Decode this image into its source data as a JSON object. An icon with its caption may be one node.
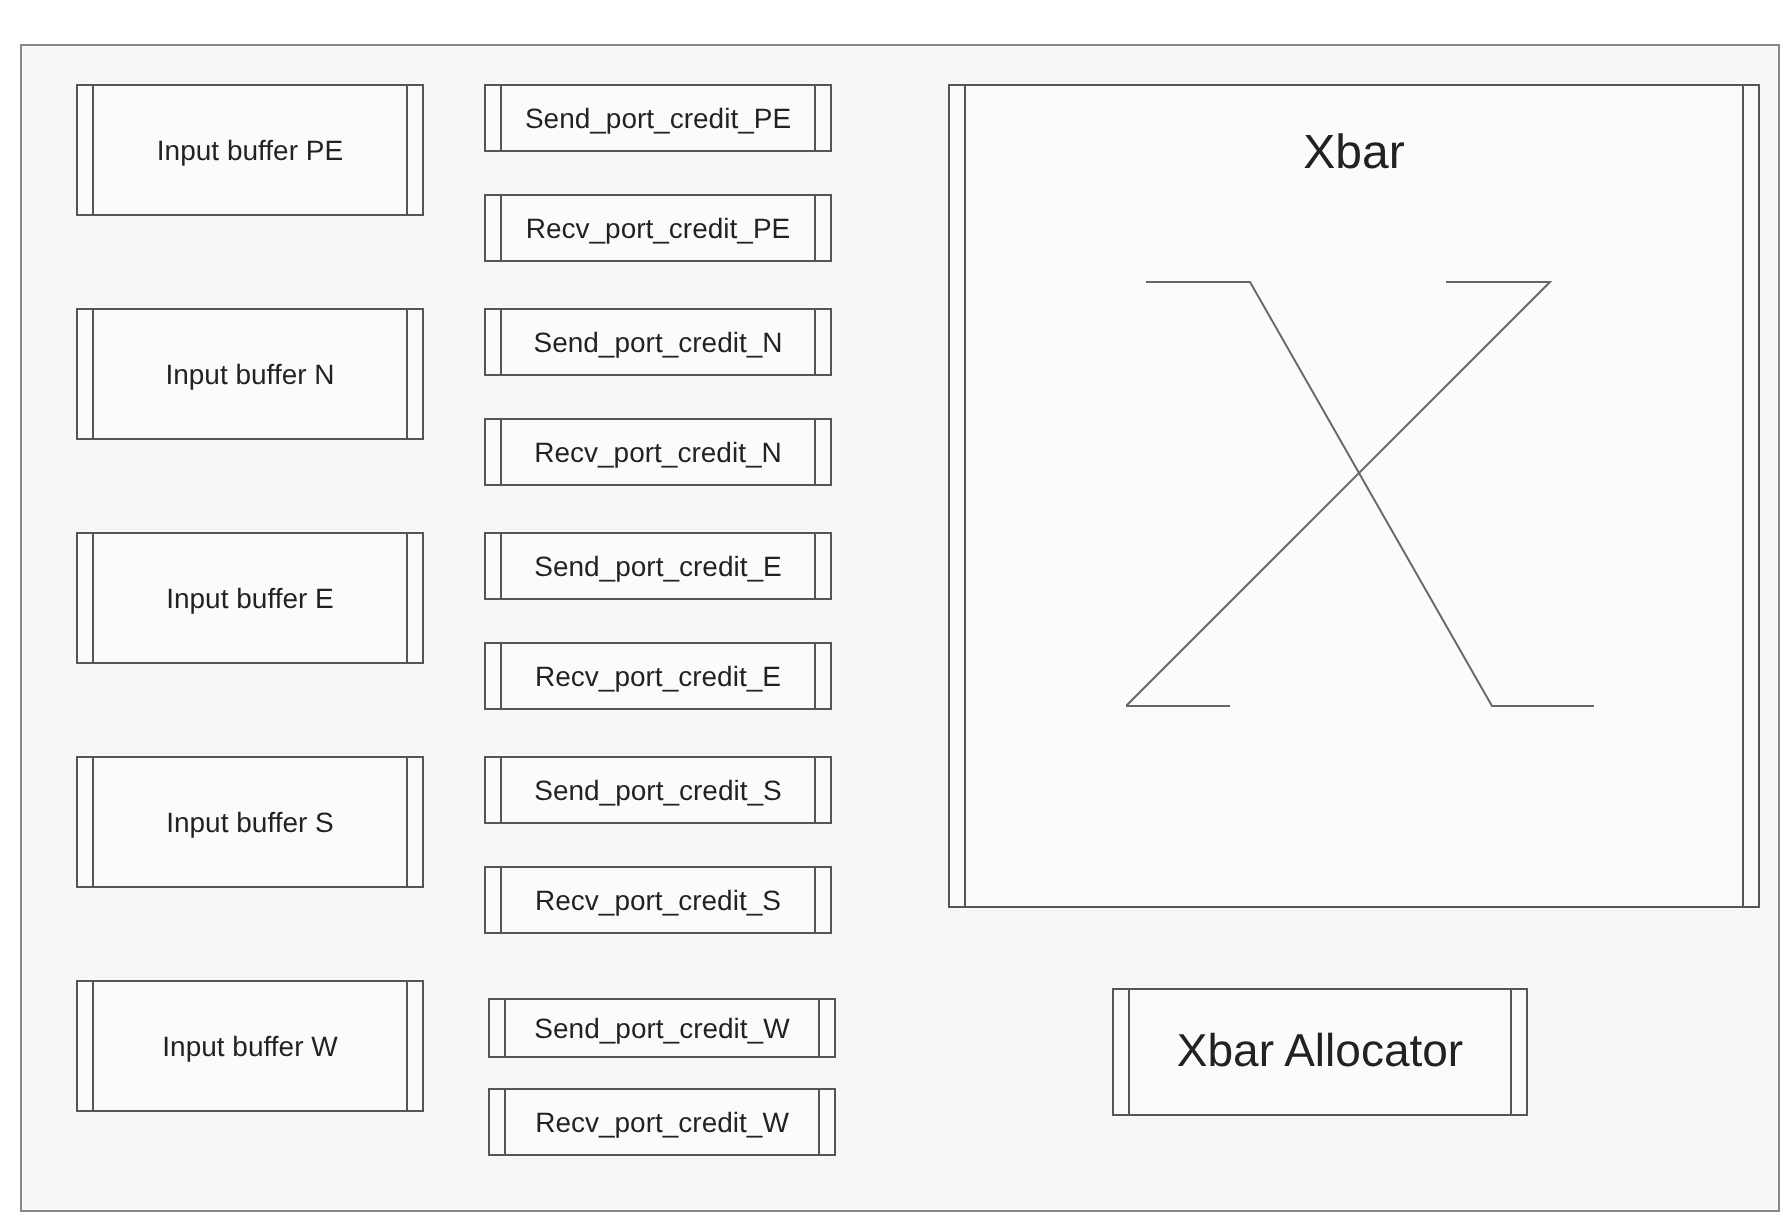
{
  "diagram": {
    "nodes": [
      {
        "text": [],
        "shape": "box"
      },
      {
        "text": [
          "Input buffer PE"
        ],
        "in": 0
      },
      {
        "text": [
          "Input buffer N"
        ],
        "in": 0
      },
      {
        "text": [
          "Input buffer E"
        ],
        "in": 0
      },
      {
        "text": [
          "Input buffer S"
        ],
        "in": 0
      },
      {
        "text": [
          "Input buffer W"
        ],
        "in": 0
      },
      {
        "text": [
          "Send_port_credit_PE"
        ],
        "in": 0
      },
      {
        "text": [
          "Recv_port_credit_PE"
        ],
        "in": 0
      },
      {
        "text": [
          "Send_port_credit_N"
        ],
        "in": 0
      },
      {
        "text": [
          "Recv_port_credit_N"
        ],
        "in": 0
      },
      {
        "text": [
          "Send_port_credit_E"
        ],
        "in": 0
      },
      {
        "text": [
          "Recv_port_credit_E"
        ],
        "in": 0
      },
      {
        "text": [
          "Send_port_credit_S"
        ],
        "in": 0
      },
      {
        "text": [
          "Recv_port_credit_S"
        ],
        "in": 0
      },
      {
        "text": [
          "Send_port_credit_W"
        ],
        "in": 0
      },
      {
        "text": [
          "Recv_port_credit_W"
        ],
        "in": 0
      },
      {
        "text": [
          "Xbar"
        ],
        "in": 0
      },
      {
        "text": [
          "Xbar Allocator"
        ],
        "in": 0
      }
    ],
    "edges": []
  }
}
